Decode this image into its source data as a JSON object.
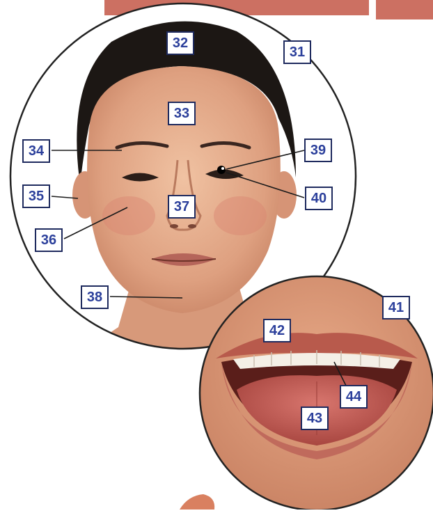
{
  "labels": {
    "n31": "31",
    "n32": "32",
    "n33": "33",
    "n34": "34",
    "n35": "35",
    "n36": "36",
    "n37": "37",
    "n38": "38",
    "n39": "39",
    "n40": "40",
    "n41": "41",
    "n42": "42",
    "n43": "43",
    "n44": "44"
  },
  "colors": {
    "label_border": "#1e2a5e",
    "label_text": "#2b3f9b",
    "skin": "#e2a985",
    "hair": "#1c1714",
    "lips": "#b85a4c",
    "tongue": "#c8605c",
    "outline": "#222222"
  }
}
